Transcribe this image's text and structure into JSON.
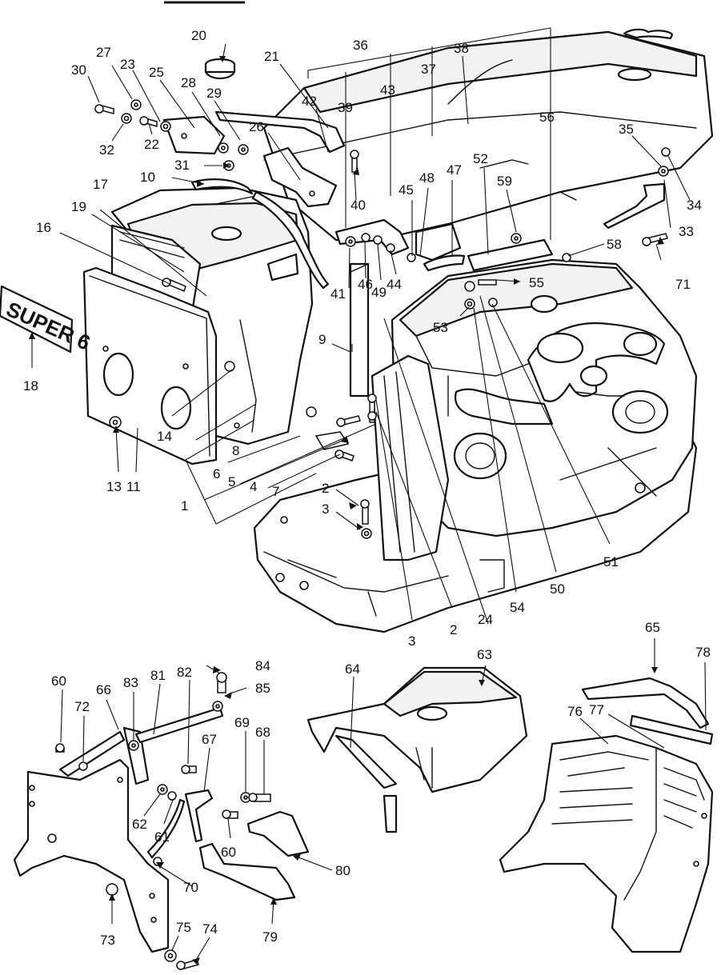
{
  "diagram": {
    "emblem_text": "SUPER 6",
    "callouts": [
      {
        "id": "c1",
        "label": "1"
      },
      {
        "id": "c2a",
        "label": "2"
      },
      {
        "id": "c2b",
        "label": "2"
      },
      {
        "id": "c3a",
        "label": "3"
      },
      {
        "id": "c3b",
        "label": "3"
      },
      {
        "id": "c4",
        "label": "4"
      },
      {
        "id": "c5",
        "label": "5"
      },
      {
        "id": "c6",
        "label": "6"
      },
      {
        "id": "c7",
        "label": "7"
      },
      {
        "id": "c8",
        "label": "8"
      },
      {
        "id": "c9",
        "label": "9"
      },
      {
        "id": "c10",
        "label": "10"
      },
      {
        "id": "c11",
        "label": "11"
      },
      {
        "id": "c13",
        "label": "13"
      },
      {
        "id": "c14",
        "label": "14"
      },
      {
        "id": "c16",
        "label": "16"
      },
      {
        "id": "c17",
        "label": "17"
      },
      {
        "id": "c18",
        "label": "18"
      },
      {
        "id": "c19",
        "label": "19"
      },
      {
        "id": "c20",
        "label": "20"
      },
      {
        "id": "c21",
        "label": "21"
      },
      {
        "id": "c22",
        "label": "22"
      },
      {
        "id": "c23",
        "label": "23"
      },
      {
        "id": "c24",
        "label": "24"
      },
      {
        "id": "c25",
        "label": "25"
      },
      {
        "id": "c26",
        "label": "26"
      },
      {
        "id": "c27",
        "label": "27"
      },
      {
        "id": "c28",
        "label": "28"
      },
      {
        "id": "c29",
        "label": "29"
      },
      {
        "id": "c30",
        "label": "30"
      },
      {
        "id": "c31",
        "label": "31"
      },
      {
        "id": "c32",
        "label": "32"
      },
      {
        "id": "c33",
        "label": "33"
      },
      {
        "id": "c34",
        "label": "34"
      },
      {
        "id": "c35",
        "label": "35"
      },
      {
        "id": "c36",
        "label": "36"
      },
      {
        "id": "c37",
        "label": "37"
      },
      {
        "id": "c38",
        "label": "38"
      },
      {
        "id": "c39",
        "label": "39"
      },
      {
        "id": "c40",
        "label": "40"
      },
      {
        "id": "c41",
        "label": "41"
      },
      {
        "id": "c42",
        "label": "42"
      },
      {
        "id": "c43",
        "label": "43"
      },
      {
        "id": "c44",
        "label": "44"
      },
      {
        "id": "c45",
        "label": "45"
      },
      {
        "id": "c46",
        "label": "46"
      },
      {
        "id": "c47",
        "label": "47"
      },
      {
        "id": "c48",
        "label": "48"
      },
      {
        "id": "c49",
        "label": "49"
      },
      {
        "id": "c50",
        "label": "50"
      },
      {
        "id": "c51",
        "label": "51"
      },
      {
        "id": "c52",
        "label": "52"
      },
      {
        "id": "c53",
        "label": "53"
      },
      {
        "id": "c54",
        "label": "54"
      },
      {
        "id": "c55",
        "label": "55"
      },
      {
        "id": "c56",
        "label": "56"
      },
      {
        "id": "c58",
        "label": "58"
      },
      {
        "id": "c59",
        "label": "59"
      },
      {
        "id": "c60a",
        "label": "60"
      },
      {
        "id": "c60b",
        "label": "60"
      },
      {
        "id": "c61",
        "label": "61"
      },
      {
        "id": "c62",
        "label": "62"
      },
      {
        "id": "c63",
        "label": "63"
      },
      {
        "id": "c64",
        "label": "64"
      },
      {
        "id": "c65",
        "label": "65"
      },
      {
        "id": "c66",
        "label": "66"
      },
      {
        "id": "c67",
        "label": "67"
      },
      {
        "id": "c68",
        "label": "68"
      },
      {
        "id": "c69",
        "label": "69"
      },
      {
        "id": "c70",
        "label": "70"
      },
      {
        "id": "c71",
        "label": "71"
      },
      {
        "id": "c72",
        "label": "72"
      },
      {
        "id": "c73",
        "label": "73"
      },
      {
        "id": "c74",
        "label": "74"
      },
      {
        "id": "c75",
        "label": "75"
      },
      {
        "id": "c76",
        "label": "76"
      },
      {
        "id": "c77",
        "label": "77"
      },
      {
        "id": "c78",
        "label": "78"
      },
      {
        "id": "c79",
        "label": "79"
      },
      {
        "id": "c80",
        "label": "80"
      },
      {
        "id": "c81",
        "label": "81"
      },
      {
        "id": "c82",
        "label": "82"
      },
      {
        "id": "c83",
        "label": "83"
      },
      {
        "id": "c84",
        "label": "84"
      },
      {
        "id": "c85",
        "label": "85"
      }
    ]
  }
}
